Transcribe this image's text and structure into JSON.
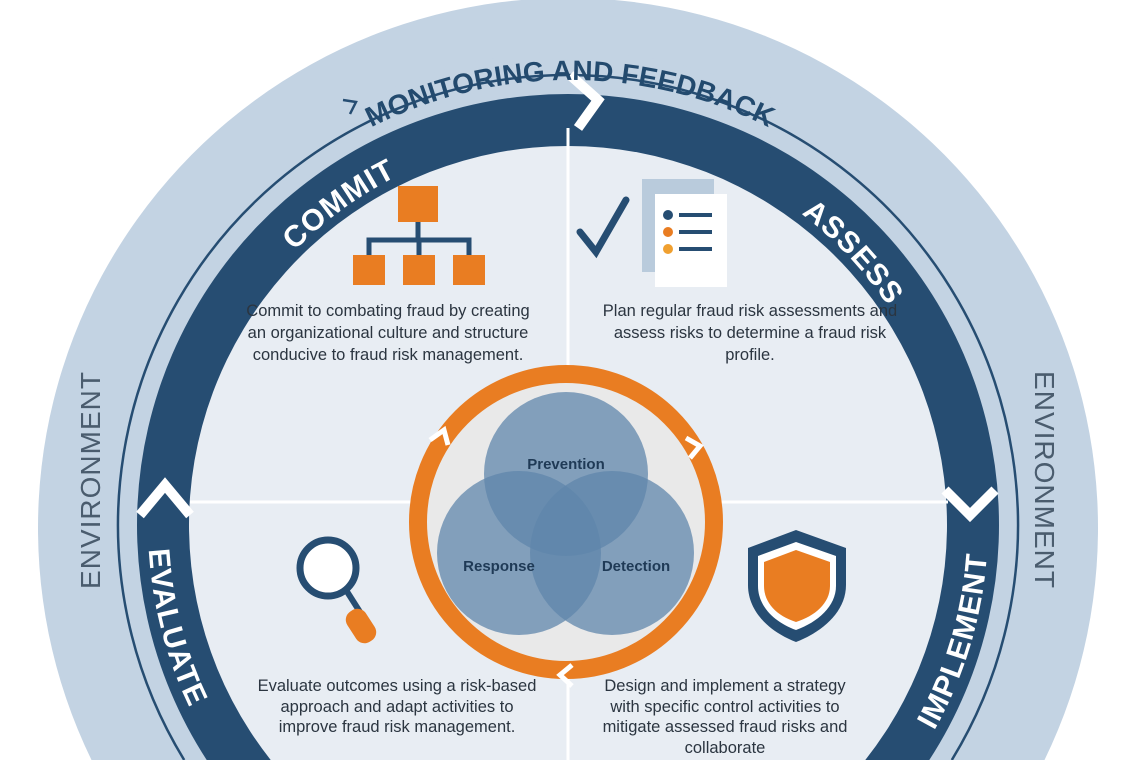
{
  "title": "MONITORING AND FEEDBACK",
  "environment_label": "ENVIRONMENT",
  "phases": {
    "commit": {
      "label": "COMMIT",
      "text": "Commit to combating fraud by creating an organizational culture and structure conducive to fraud risk management."
    },
    "assess": {
      "label": "ASSESS",
      "text": "Plan regular fraud risk assessments and assess risks to determine a fraud risk profile."
    },
    "implement": {
      "label": "IMPLEMENT",
      "text": "Design and implement a strategy with specific control activities to mitigate assessed fraud risks and collaborate"
    },
    "evaluate": {
      "label": "EVALUATE",
      "text": "Evaluate outcomes using a risk-based approach and adapt activities to improve fraud risk management."
    }
  },
  "venn": {
    "top": "Prevention",
    "left": "Response",
    "right": "Detection"
  },
  "colors": {
    "outer": "#c3d3e3",
    "ring": "#264d72",
    "inner": "#e8edf3",
    "orange": "#e97d22",
    "venn": "#6f93b4"
  }
}
